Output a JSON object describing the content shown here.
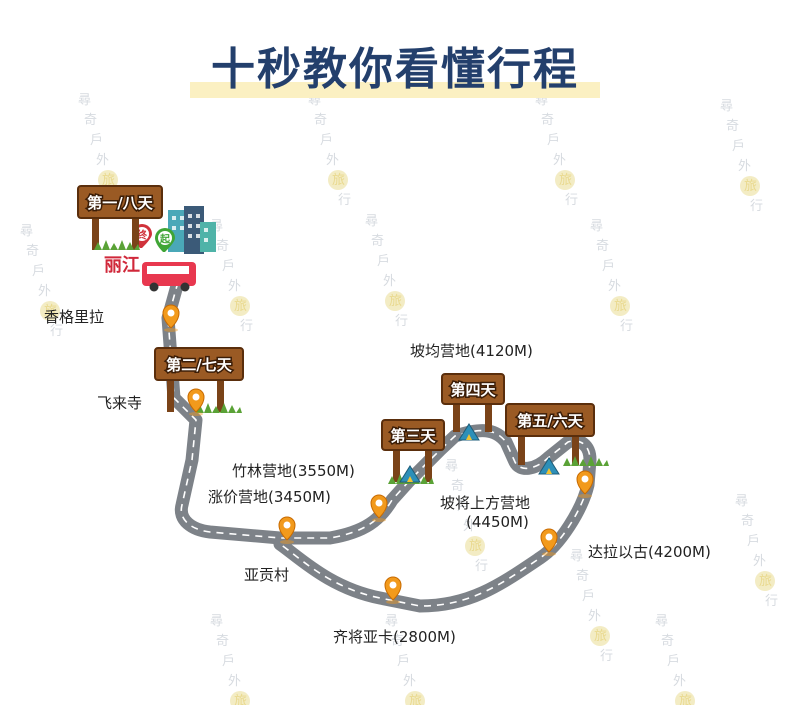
{
  "title": "十秒教你看懂行程",
  "signs": {
    "day18": "第一/八天",
    "day27": "第二/七天",
    "day3": "第三天",
    "day4": "第四天",
    "day56": "第五/六天"
  },
  "pins": {
    "end": "终",
    "start": "起"
  },
  "places": {
    "lijiang": "丽江",
    "shangrila": "香格里拉",
    "feilaisi": "飞来寺",
    "zhulin": "竹林营地(3550M)",
    "zhangjia": "涨价营地(3450M)",
    "yagong": "亚贡村",
    "qijiang": "齐将亚卡(2800M)",
    "pojun": "坡均营地(4120M)",
    "pojiang": "坡将上方营地",
    "pojiang_alt": "(4450M)",
    "dalayigu": "达拉以古(4200M)"
  },
  "watermark": [
    "尋",
    "奇",
    "戶",
    "外",
    "旅",
    "行"
  ],
  "colors": {
    "title": "#233f6c",
    "title_highlight": "#fbf0c2",
    "road": "#7d8288",
    "marker": "#f29a1c",
    "sign_wood": "#9a5a24"
  }
}
